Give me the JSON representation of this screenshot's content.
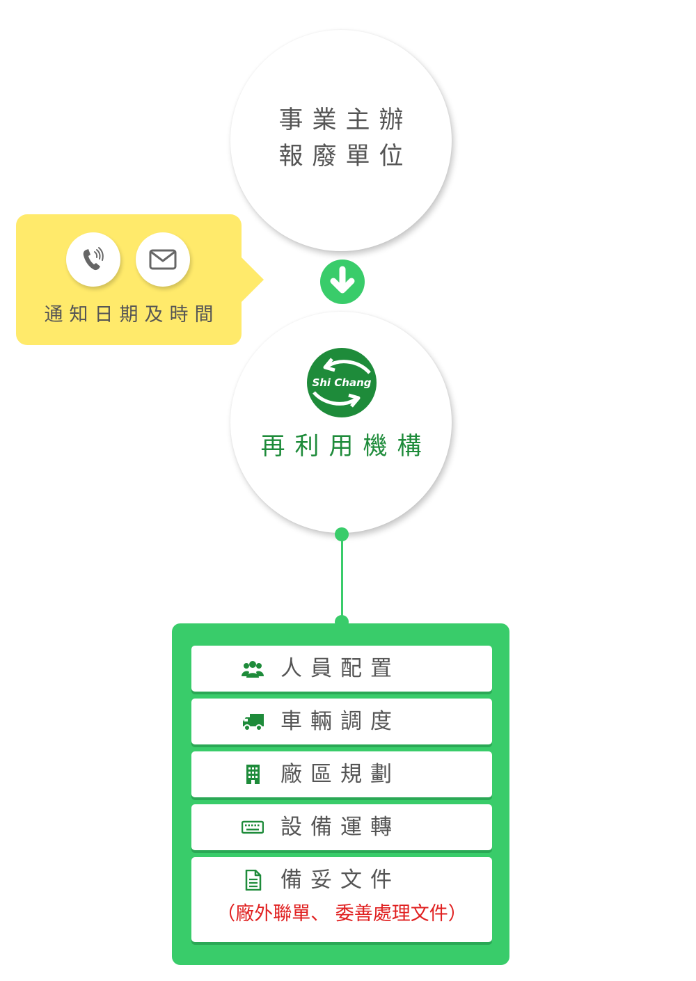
{
  "source": {
    "line1": "事業主辦",
    "line2": "報廢單位"
  },
  "notification": {
    "label": "通知日期及時間",
    "icons": [
      "phone-icon",
      "mail-icon"
    ]
  },
  "recycler": {
    "logo_text": "Shi Chang",
    "title": "再利用機構"
  },
  "tasks": [
    {
      "label": "人員配置",
      "icon": "people-icon"
    },
    {
      "label": "車輛調度",
      "icon": "truck-icon"
    },
    {
      "label": "廠區規劃",
      "icon": "building-icon"
    },
    {
      "label": "設備運轉",
      "icon": "keyboard-icon"
    },
    {
      "label": "備妥文件",
      "icon": "document-icon",
      "note": "（廠外聯單、 委善處理文件）"
    }
  ],
  "colors": {
    "green": "#39cc6a",
    "dark_green": "#1e8b3a",
    "yellow": "#ffea6b",
    "note_red": "#e02020",
    "text_gray": "#555555"
  }
}
